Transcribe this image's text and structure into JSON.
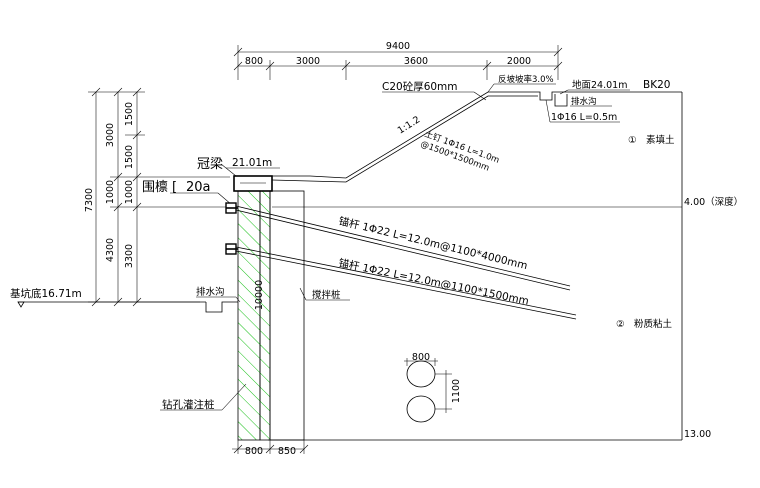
{
  "dimensions_top": {
    "total": "9400",
    "segments": [
      "800",
      "3000",
      "3600",
      "2000"
    ]
  },
  "dimensions_left_outer": "7300",
  "dimensions_left_middle": [
    "3000",
    "1000",
    "4300"
  ],
  "dimensions_left_inner": [
    "1500",
    "1500",
    "1000",
    "3300"
  ],
  "slope_labels": {
    "concrete": "C20砼厚60mm",
    "anti_slope": "反坡坡率3.0%",
    "slope_ratio": "1:1.2",
    "soil_nail_1": "土钉 1Φ16 L=1.0m",
    "soil_nail_2": "@1500*1500mm"
  },
  "ground": {
    "label": "地面24.01m",
    "section": "BK20",
    "drain": "排水沟",
    "nail": "1Φ16 L=0.5m"
  },
  "soil_layers": {
    "layer1": "①　素填土",
    "depth": "4.00（深度）",
    "layer2": "②　粉质粘土",
    "bottom": "13.00"
  },
  "left_labels": {
    "crown_beam": "冠梁",
    "crown_elev": "21.01m",
    "waling": "围檩",
    "waling_size": "20a",
    "pit_bottom": "基坑底16.71m",
    "drain": "排水沟",
    "pile": "钻孔灌注桩",
    "mixing_pile": "搅拌桩",
    "pile_length": "10000",
    "pile_dim1": "800",
    "pile_dim2": "850"
  },
  "anchors": {
    "anchor1": "锚杆 1Φ22 L=12.0m@1100*4000mm",
    "anchor2": "锚杆 1Φ22 L=12.0m@1100*1500mm"
  },
  "pile_plan": {
    "width": "800",
    "spacing": "1100"
  }
}
